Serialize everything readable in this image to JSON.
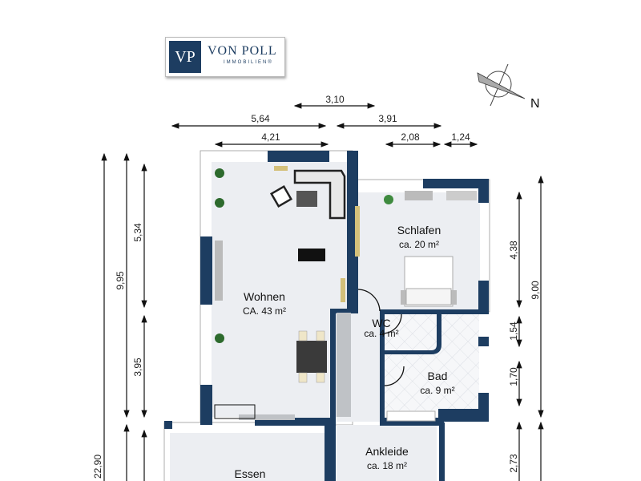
{
  "logo": {
    "mark": "VP",
    "name": "VON POLL",
    "sub": "IMMOBILIEN®"
  },
  "compass": {
    "label": "N"
  },
  "colors": {
    "wall": "#1d3d61",
    "floor": "#eceef2",
    "tile": "#f4f6f8"
  },
  "dimensions": {
    "top": [
      "3,10",
      "5,64",
      "3,91",
      "4,21",
      "2,08",
      "1,24"
    ],
    "left": [
      "22,90",
      "9,95",
      "5,34",
      "3,95"
    ],
    "right": [
      "4,38",
      "9,00",
      "1,54",
      "1,70",
      "2,73"
    ]
  },
  "rooms": [
    {
      "name": "Wohnen",
      "area": "CA. 43 m²"
    },
    {
      "name": "Schlafen",
      "area": "ca. 20 m²"
    },
    {
      "name": "WC",
      "area": "ca. 4 m²"
    },
    {
      "name": "Bad",
      "area": "ca. 9 m²"
    },
    {
      "name": "Ankleide",
      "area": "ca. 18 m²"
    },
    {
      "name": "Essen",
      "area": ""
    }
  ]
}
